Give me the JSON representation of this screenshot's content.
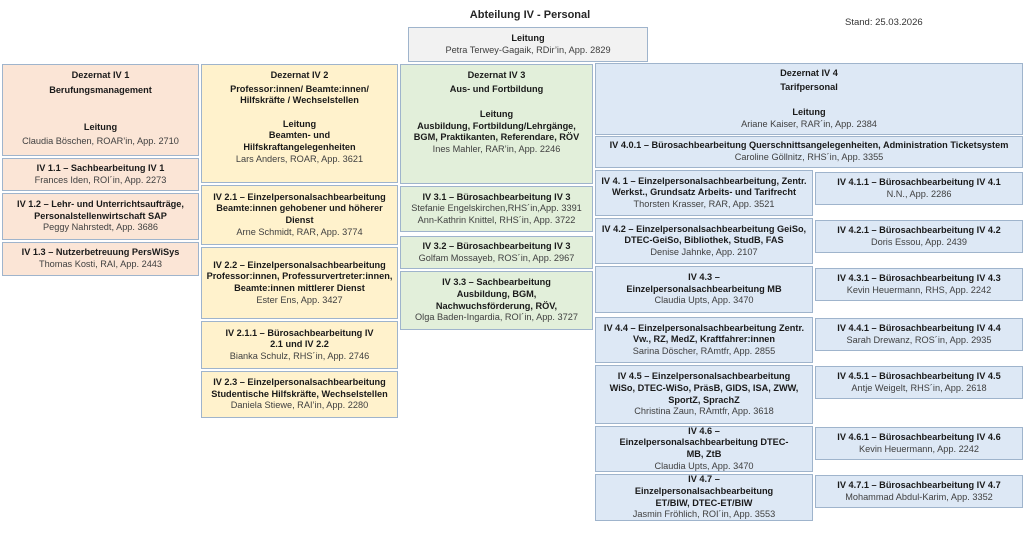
{
  "header": {
    "title": "Abteilung IV - Personal",
    "stand": "Stand: 25.03.2026",
    "leitung_label": "Leitung",
    "leitung_person": "Petra Terwey-Gagaik, RDir’in, App. 2829"
  },
  "colors": {
    "dezernat1": "#fbe5d6",
    "dezernat2": "#fff2cc",
    "dezernat3": "#e2efda",
    "dezernat4": "#dde8f5",
    "leitung": "#f2f2f2",
    "border": "#9fb4cc"
  },
  "d1": {
    "title": "Dezernat IV 1",
    "subtitle": "Berufungsmanagement",
    "leitung_label": "Leitung",
    "person": "Claudia Böschen, ROAR’in, App. 2710",
    "units": [
      {
        "title": "IV 1.1 – Sachbearbeitung IV 1",
        "person": "Frances Iden, ROI´in, App. 2273"
      },
      {
        "title": "IV 1.2 – Lehr- und Unterrichtsaufträge, Personalstellenwirtschaft SAP",
        "person": "Peggy Nahrstedt, App. 3686"
      },
      {
        "title": "IV 1.3 – Nutzerbetreuung PersWiSys",
        "person": "Thomas Kosti, RAI, App. 2443"
      }
    ]
  },
  "d2": {
    "title": "Dezernat IV 2",
    "subtitle": "Professor:innen/ Beamte:innen/ Hilfskräfte / Wechselstellen",
    "leitung_label": "Leitung",
    "leitung_desc": "Beamten- und Hilfskraftangelegenheiten",
    "person": "Lars Anders, ROAR, App. 3621",
    "units": [
      {
        "title": "IV 2.1 – Einzelpersonalsachbearbeitung Beamte:innen gehobener und höherer Dienst",
        "person": "Arne Schmidt, RAR, App. 3774"
      },
      {
        "title": "IV 2.2 – Einzelpersonalsachbearbeitung Professor:innen, Professurvertreter:innen, Beamte:innen mittlerer Dienst",
        "person": "Ester Ens, App. 3427"
      },
      {
        "title": "IV 2.1.1 – Bürosachbearbeitung IV 2.1 und IV 2.2",
        "person": "Bianka Schulz, RHS´in, App. 2746"
      },
      {
        "title": "IV 2.3 – Einzelpersonalsachbearbeitung Studentische Hilfskräfte, Wechselstellen",
        "person": "Daniela Stiewe, RAI’in, App. 2280"
      }
    ]
  },
  "d3": {
    "title": "Dezernat IV 3",
    "subtitle": "Aus- und Fortbildung",
    "leitung_label": "Leitung",
    "leitung_desc": "Ausbildung, Fortbildung/Lehrgänge, BGM, Praktikanten, Referendare, RÖV",
    "person": "Ines Mahler, RAR’in, App. 2246",
    "units": [
      {
        "title": "IV 3.1 – Bürosachbearbeitung IV 3",
        "person": "Stefanie Engelskirchen,RHS´in,App. 3391",
        "person2": "Ann-Kathrin Knittel, RHS´in, App. 3722"
      },
      {
        "title": "IV 3.2 – Bürosachbearbeitung IV 3",
        "person": "Golfam Mossayeb, ROS´in, App. 2967"
      },
      {
        "title": "IV 3.3 – Sachbearbeitung Ausbildung, BGM, Nachwuchsförderung, RÖV,",
        "person": "Olga Baden-Ingardia, ROI´in, App. 3727"
      }
    ]
  },
  "d4": {
    "title": "Dezernat IV 4",
    "subtitle": "Tarifpersonal",
    "leitung_label": "Leitung",
    "person": "Ariane Kaiser, RAR´in, App. 2384",
    "cross": {
      "title": "IV 4.0.1 – Bürosachbearbeitung Querschnittsangelegenheiten, Administration Ticketsystem",
      "person": "Caroline Göllnitz, RHS´in, App. 3355"
    },
    "units": [
      {
        "title": "IV 4. 1 – Einzelpersonalsachbearbeitung, Zentr. Werkst., Grundsatz Arbeits- und Tarifrecht",
        "person": "Thorsten Krasser, RAR, App. 3521"
      },
      {
        "title": "IV 4.2 – Einzelpersonalsachbearbeitung GeiSo, DTEC-GeiSo, Bibliothek, StudB, FAS",
        "person": "Denise Jahnke, App. 2107"
      },
      {
        "title": "IV 4.3 – Einzelpersonalsachbearbeitung MB",
        "person": "Claudia Upts, App. 3470"
      },
      {
        "title": "IV 4.4 – Einzelpersonalsachbearbeitung Zentr. Vw., RZ, MedZ, Kraftfahrer:innen",
        "person": "Sarina Döscher, RAmtfr, App. 2855"
      },
      {
        "title": "IV 4.5 – Einzelpersonalsachbearbeitung WiSo, DTEC-WiSo, PräsB, GIDS, ISA, ZWW, SportZ, SprachZ",
        "person": "Christina Zaun, RAmtfr, App. 3618"
      },
      {
        "title": "IV 4.6 – Einzelpersonalsachbearbeitung DTEC-MB, ZtB",
        "person": "Claudia Upts, App. 3470"
      },
      {
        "title": "IV 4.7 – Einzelpersonalsachbearbeitung ET/BIW, DTEC-ET/BIW",
        "person": "Jasmin Fröhlich, ROI´in,  App. 3553"
      }
    ],
    "office": [
      {
        "title": "IV 4.1.1 – Bürosachbearbeitung IV 4.1",
        "person": "N.N., App. 2286"
      },
      {
        "title": "IV 4.2.1 – Bürosachbearbeitung IV 4.2",
        "person": "Doris Essou, App. 2439"
      },
      {
        "title": "IV 4.3.1 – Bürosachbearbeitung IV 4.3",
        "person": "Kevin Heuermann, RHS, App. 2242"
      },
      {
        "title": "IV 4.4.1 – Bürosachbearbeitung IV 4.4",
        "person": "Sarah Drewanz, ROS´in, App. 2935"
      },
      {
        "title": "IV 4.5.1 – Bürosachbearbeitung IV 4.5",
        "person": "Antje Weigelt, RHS´in, App. 2618"
      },
      {
        "title": "IV 4.6.1 – Bürosachbearbeitung IV 4.6",
        "person": "Kevin Heuermann, App. 2242"
      },
      {
        "title": "IV 4.7.1 – Bürosachbearbeitung IV 4.7",
        "person": "Mohammad Abdul-Karim, App. 3352"
      }
    ]
  }
}
